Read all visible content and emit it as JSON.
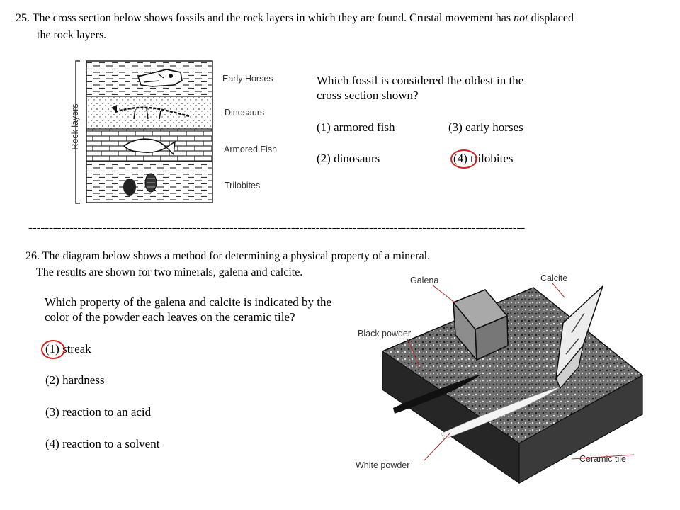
{
  "q25": {
    "number": "25.",
    "intro_before": "The cross section below shows fossils and the rock layers in which they are found. Crustal movement has",
    "intro_emphasis": "not",
    "intro_after": "displaced",
    "intro_line2": "the rock layers.",
    "question_line1": "Which fossil is considered the oldest in the",
    "question_line2": "cross  section shown?",
    "choices": [
      "(1)  armored fish",
      "(3)  early horses",
      "(2)  dinosaurs",
      "(4)  trilobites"
    ],
    "diagram": {
      "axis_label": "Rock layers",
      "labels": [
        "Early Horses",
        "Dinosaurs",
        "Armored Fish",
        "Trilobites"
      ]
    },
    "circled_choice": "(4)"
  },
  "separator": "-------------------------------------------------------------------------------------------------------------------------",
  "q26": {
    "number": "26.",
    "intro_line1": "The diagram below shows a method for determining a physical property of a mineral.",
    "intro_line2": "The results are shown for two minerals, galena and calcite.",
    "question_line1": "Which property of the galena and calcite is indicated by the",
    "question_line2": "color of the powder each leaves on the ceramic tile?",
    "choices": [
      "(1)  streak",
      "(2)  hardness",
      "(3)  reaction to an acid",
      "(4)  reaction to a solvent"
    ],
    "diagram": {
      "labels": [
        "Galena",
        "Calcite",
        "Black powder",
        "White powder",
        "Ceramic tile"
      ]
    },
    "circled_choice": "(1)"
  },
  "colors": {
    "circle": "#d02020"
  }
}
